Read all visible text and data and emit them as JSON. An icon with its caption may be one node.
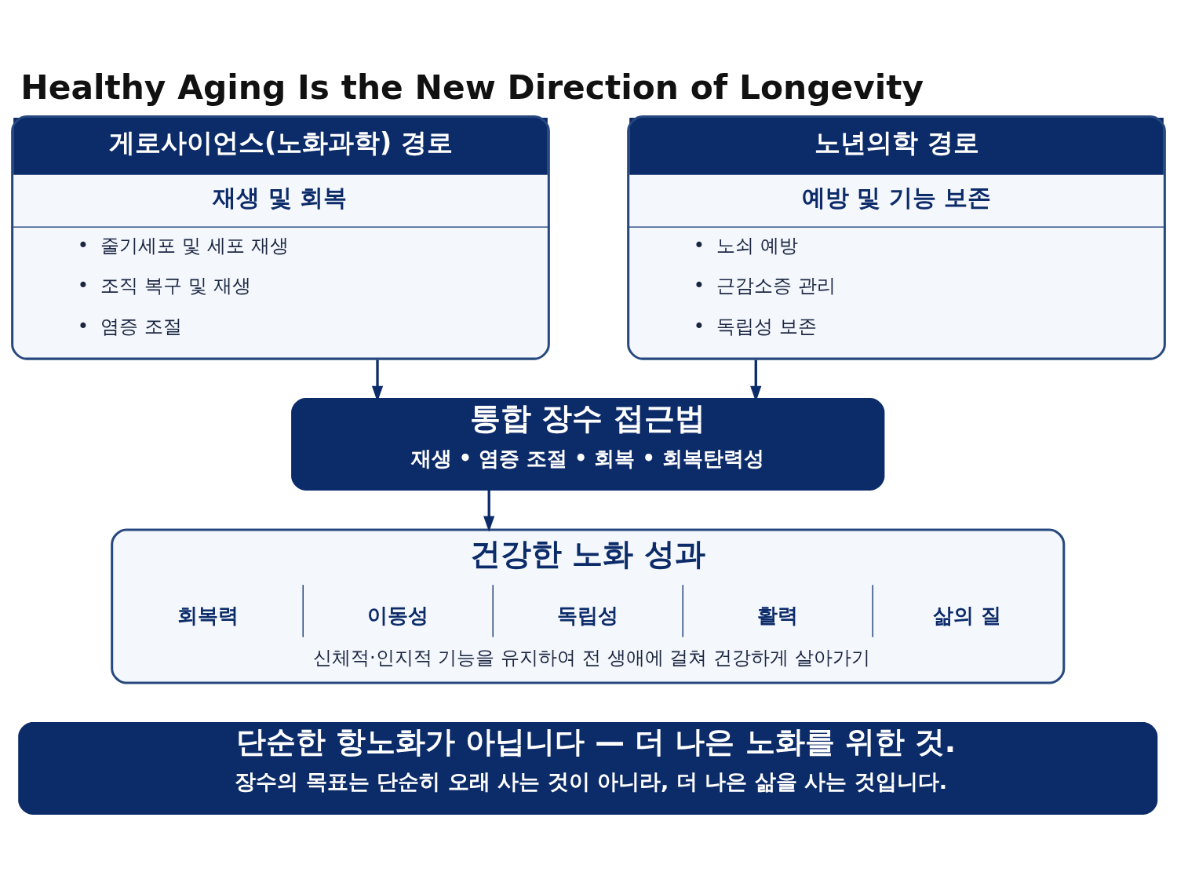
{
  "diagram": {
    "title": "Healthy Aging Is the New Direction of Longevity",
    "nodes": [
      {
        "text": [
          "게로사이언스(노화과학) 경로",
          "재생 및 회복",
          "•  줄기세포 및 세포 재생",
          "•  조직 복구 및 재생",
          "•  염증 조절"
        ]
      },
      {
        "text": [
          "노년의학 경로",
          "예방 및 기능 보존",
          "•  노쇠 예방",
          "•  근감소증 관리",
          "•  독립성 보존"
        ]
      },
      {
        "text": [
          "통합 장수 접근법",
          "재생 • 염증 조절 • 회복 • 회복탄력성"
        ]
      },
      {
        "text": [
          "건강한 노화 성과",
          "회복력",
          "이동성",
          "독립성",
          "활력",
          "삶의 질",
          "신체적·인지적 기능을 유지하여 전 생애에 걸쳐 건강하게 살아가기"
        ]
      },
      {
        "text": [
          "단순한 항노화가 아닙니다 — 더 나은 노화를 위한 것.",
          "장수의 목표는 단순히 오래 사는 것이 아니라, 더 나은 삶을 사는 것입니다."
        ]
      }
    ],
    "edges": [
      {
        "from": 0,
        "to": 2,
        "arrow": "to"
      },
      {
        "from": 1,
        "to": 2,
        "arrow": "to"
      },
      {
        "from": 2,
        "to": 3,
        "arrow": "to"
      }
    ]
  }
}
